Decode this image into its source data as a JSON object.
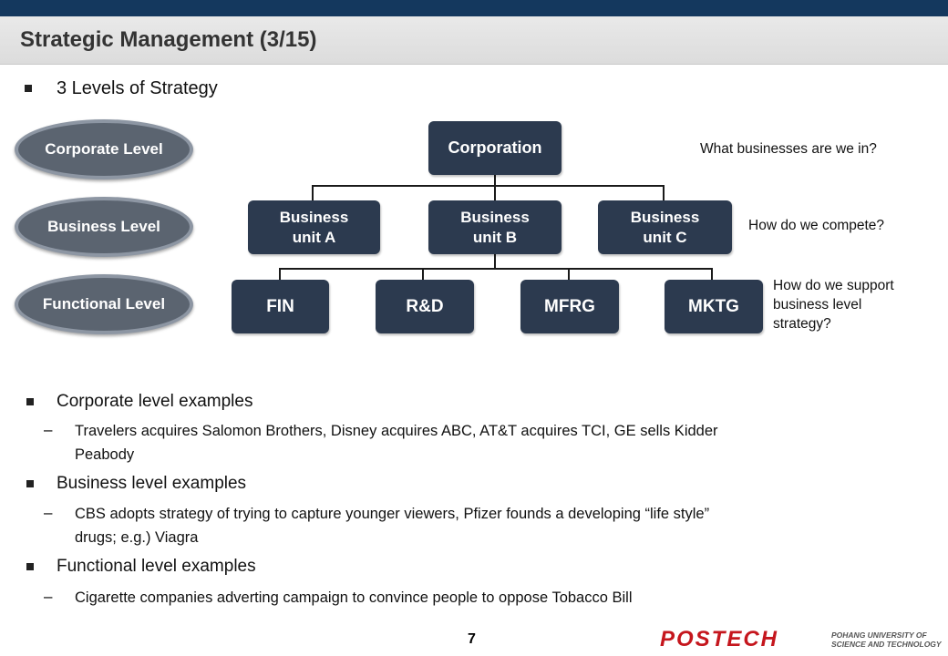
{
  "header": {
    "title": "Strategic Management (3/15)"
  },
  "main_bullet": "3 Levels of Strategy",
  "levels": [
    "Corporate Level",
    "Business Level",
    "Functional Level"
  ],
  "org_chart": {
    "top": "Corporation",
    "business_units": [
      "Business\nunit A",
      "Business\nunit B",
      "Business\nunit C"
    ],
    "functions": [
      "FIN",
      "R&D",
      "MFRG",
      "MKTG"
    ]
  },
  "questions": {
    "corporate": "What businesses are we in?",
    "business": "How do we compete?",
    "functional_1": "How do we support",
    "functional_2": "business level",
    "functional_3": "strategy?"
  },
  "examples": {
    "corporate_heading": "Corporate level examples",
    "corporate_text_1": "Travelers acquires Salomon Brothers, Disney acquires ABC, AT&T acquires TCI, GE sells Kidder",
    "corporate_text_2": "Peabody",
    "business_heading": "Business level examples",
    "business_text_1": "CBS adopts strategy of trying to capture younger viewers, Pfizer founds a developing “life style”",
    "business_text_2": "drugs; e.g.) Viagra",
    "functional_heading": "Functional level examples",
    "functional_text_1": "Cigarette companies adverting campaign to convince people to oppose Tobacco Bill",
    "dash": "–"
  },
  "footer": {
    "page_number": "7",
    "logo": "POSTECH",
    "logo_sub_1": "POHANG UNIVERSITY OF",
    "logo_sub_2": "SCIENCE AND TECHNOLOGY"
  },
  "colors": {
    "topbar": "#14385e",
    "box": "#2c3a4f",
    "logo": "#c5161d"
  }
}
